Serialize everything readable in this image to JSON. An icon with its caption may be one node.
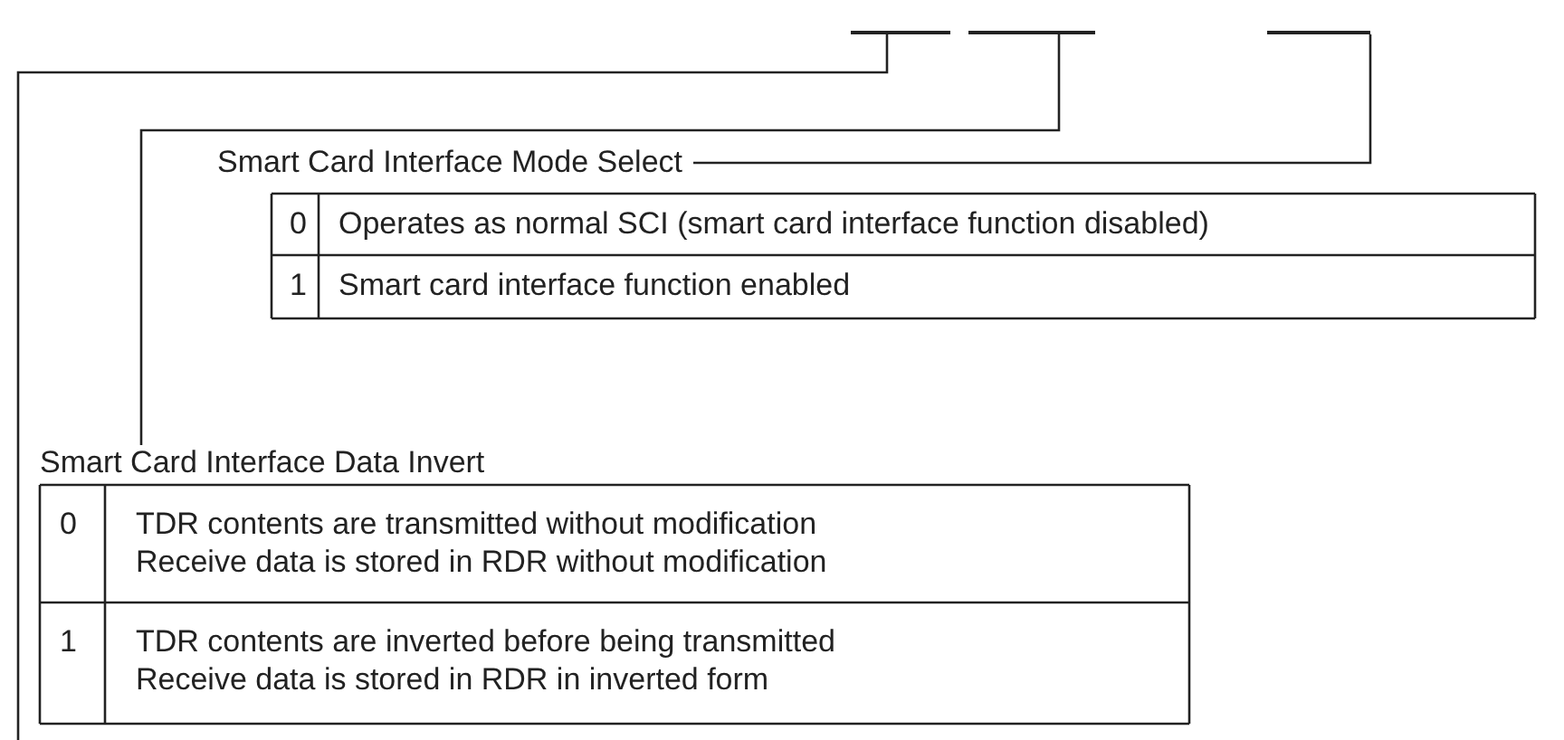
{
  "diagram": {
    "nodes": [
      {
        "text": [],
        "shape": "bar"
      },
      {
        "text": [],
        "shape": "bar"
      },
      {
        "text": [],
        "shape": "bar"
      },
      {
        "text": [
          "Smart Card Interface Mode Select"
        ]
      },
      {
        "text": [
          "Smart Card Interface Data Invert"
        ]
      }
    ],
    "edges": [
      {
        "from": 0,
        "to": null,
        "arrow": "none"
      },
      {
        "from": 1,
        "to": 4,
        "arrow": "none"
      },
      {
        "from": 2,
        "to": 3,
        "arrow": "none"
      }
    ],
    "labels": [
      "0",
      "Operates as normal SCI (smart card interface function disabled)",
      "1",
      "Smart card interface function enabled",
      "0",
      "TDR contents are transmitted without modification",
      "Receive data is stored in RDR without modification",
      "1",
      "TDR contents are inverted before being transmitted",
      "Receive data is stored in RDR in inverted form"
    ]
  }
}
